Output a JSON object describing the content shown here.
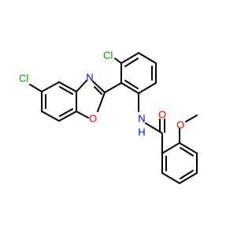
{
  "molecule": {
    "atoms": {
      "cl_benzoxazole": {
        "text": "Cl",
        "color": "#00a000"
      },
      "n_oxazole": {
        "text": "N",
        "color": "#0000ff"
      },
      "o_oxazole": {
        "text": "O",
        "color": "#ff0000"
      },
      "cl_phenyl": {
        "text": "Cl",
        "color": "#00a000"
      },
      "nh_amide": {
        "text": "N",
        "color": "#0000ff"
      },
      "h_amide": {
        "text": "H",
        "color": "#0000ff"
      },
      "o_carbonyl": {
        "text": "O",
        "color": "#ff0000"
      },
      "o_methoxy": {
        "text": "O",
        "color": "#ff0000"
      }
    },
    "bond_color": "#000000"
  }
}
